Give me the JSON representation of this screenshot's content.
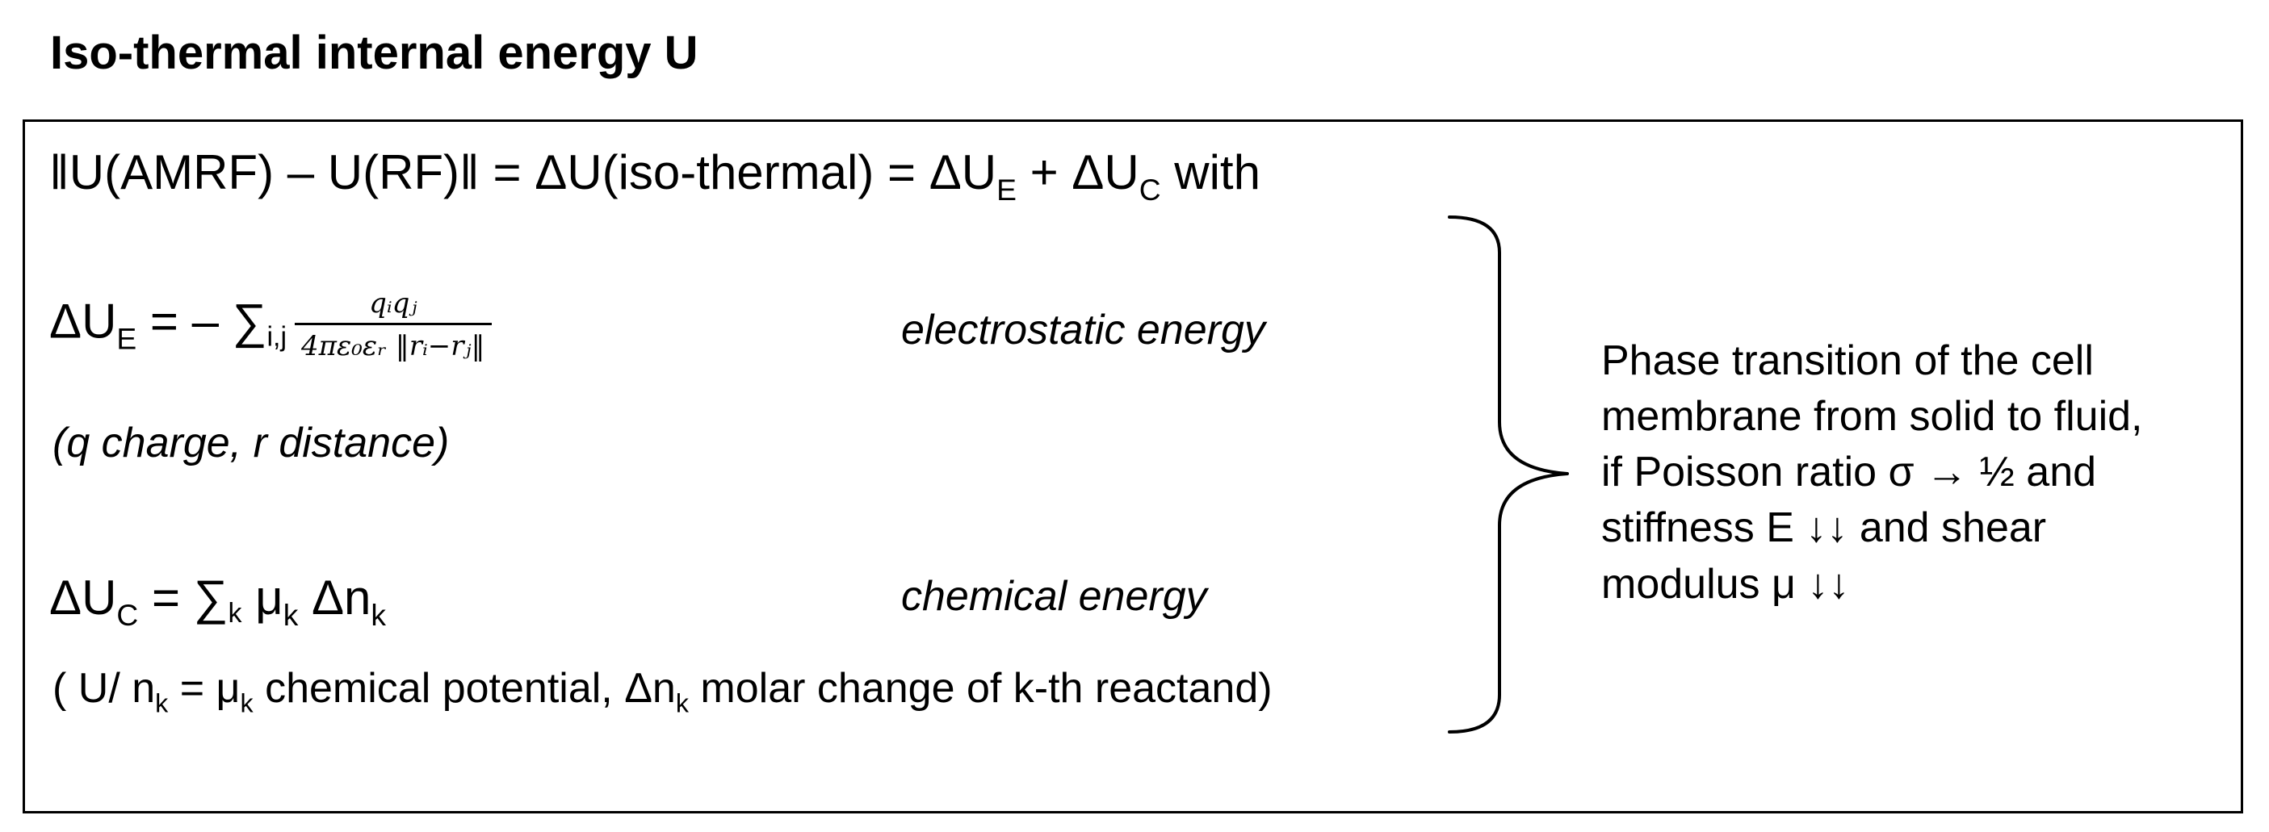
{
  "title": "Iso-thermal internal energy U",
  "headline": {
    "main": "‖U(AMRF) – U(RF)‖ = ΔU(iso-thermal) = ΔU",
    "sub_e": "E",
    "plus": " + ΔU",
    "sub_c": "C",
    "tail": " with"
  },
  "electrostatic": {
    "lhs": "ΔU",
    "lhs_sub": "E",
    "eq": " = – ∑",
    "sum_sub": "i,j",
    "numerator": "qᵢqⱼ",
    "denominator": "4πε₀εᵣ ‖rᵢ−rⱼ‖",
    "label": "electrostatic energy",
    "note": "(q charge, r distance)"
  },
  "chemical": {
    "lhs": "ΔU",
    "lhs_sub": "C",
    "eq": " = ∑",
    "sum_sub": "k",
    "mu": " μ",
    "mu_sub": "k",
    "dn": " Δn",
    "dn_sub": "k",
    "label": "chemical energy",
    "note_a": "(  U/   n",
    "note_a_sub": "k",
    "note_b": " = μ",
    "note_b_sub": "k",
    "note_c": " chemical potential, Δn",
    "note_c_sub": "k",
    "note_d": " molar change of k-th reactand)"
  },
  "side_text": [
    "Phase transition of the cell",
    "membrane from solid to fluid,",
    "if Poisson ratio σ → ½ and",
    "stiffness E ↓↓ and shear",
    "modulus μ ↓↓"
  ]
}
